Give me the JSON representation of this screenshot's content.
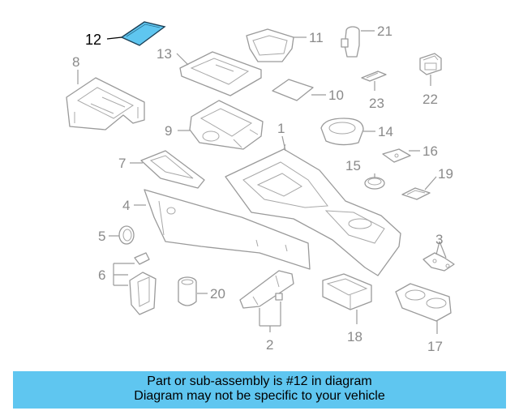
{
  "diagram": {
    "highlighted_part": "12",
    "highlight_color": "#5fc6f0",
    "callouts": [
      "1",
      "2",
      "3",
      "4",
      "5",
      "6",
      "7",
      "8",
      "9",
      "10",
      "11",
      "12",
      "13",
      "14",
      "15",
      "16",
      "17",
      "18",
      "19",
      "20",
      "21",
      "22",
      "23"
    ]
  },
  "banner": {
    "background": "#5fc6f0",
    "line1": "Part or sub-assembly is #12 in diagram",
    "line2": "Diagram may not be specific to your vehicle"
  }
}
